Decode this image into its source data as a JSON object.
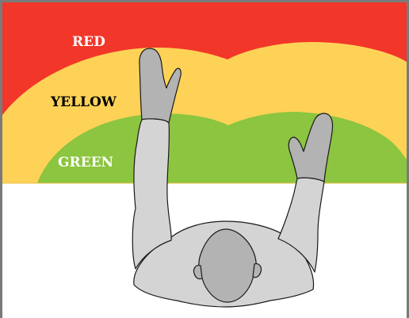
{
  "diagram": {
    "zones": [
      {
        "id": "red",
        "label": "RED",
        "color": "#f2362a",
        "label_color": "#ffffff"
      },
      {
        "id": "yellow",
        "label": "YELLOW",
        "color": "#fed257",
        "label_color": "#000000"
      },
      {
        "id": "green",
        "label": "GREEN",
        "color": "#8cc53f",
        "label_color": "#ffffff"
      }
    ],
    "figure": {
      "depicts": "top-down view of a person reaching forward with both arms",
      "sleeve_color": "#d4d4d4",
      "skin_color": "#b3b3b3",
      "outline_color": "#1a1a1a"
    },
    "frame_color": "#7a7a7a",
    "background_color": "#ffffff"
  }
}
